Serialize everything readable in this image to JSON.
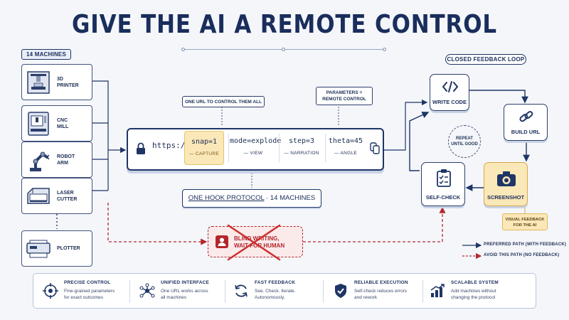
{
  "title": "GIVE THE AI A REMOTE CONTROL",
  "machines": {
    "header": "14 MACHINES",
    "items": [
      {
        "label": "3D\nPRINTER",
        "icon": "3d-printer-icon"
      },
      {
        "label": "CNC\nMILL",
        "icon": "cnc-mill-icon"
      },
      {
        "label": "ROBOT\nARM",
        "icon": "robot-arm-icon"
      },
      {
        "label": "LASER\nCUTTER",
        "icon": "laser-cutter-icon"
      },
      {
        "label": "PLOTTER",
        "icon": "plotter-icon"
      }
    ]
  },
  "url": {
    "callout_left": "ONE URL TO CONTROL THEM ALL",
    "callout_right": "PARAMETERS =\nREMOTE CONTROL",
    "scheme": "https://",
    "segments": [
      {
        "code": "snap=1",
        "caption": "— CAPTURE",
        "highlight": true
      },
      {
        "code": "mode=explode",
        "caption": "— VIEW",
        "highlight": false
      },
      {
        "code": "step=3",
        "caption": "— NARRATION",
        "highlight": false
      },
      {
        "code": "theta=45",
        "caption": "— ANGLE",
        "highlight": false
      }
    ],
    "lock_icon": "lock-icon",
    "copy_icon": "copy-icon"
  },
  "protocol": {
    "main": "ONE HOOK PROTOCOL",
    "suffix": " · 14 MACHINES"
  },
  "blind": {
    "text": "BLIND WRITING,\nWAIT FOR HUMAN",
    "icon": "person-icon"
  },
  "loop": {
    "header": "CLOSED FEEDBACK LOOP",
    "steps": {
      "write": "WRITE CODE",
      "build": "BUILD URL",
      "screenshot": "SCREENSHOT",
      "selfcheck": "SELF-CHECK"
    },
    "repeat": "REPEAT\nUNTIL GOOD",
    "visual_feedback": "VISUAL FEEDBACK\nFOR THE AI"
  },
  "legend": {
    "preferred": "PREFERRED PATH (WITH FEEDBACK)",
    "avoid": "AVOID THIS PATH (NO FEEDBACK)"
  },
  "features": [
    {
      "title": "PRECISE CONTROL",
      "desc": "Fine-grained parameters\nfor exact outcomes",
      "icon": "target-icon"
    },
    {
      "title": "UNIFIED INTERFACE",
      "desc": "One URL works across\nall machines",
      "icon": "network-icon"
    },
    {
      "title": "FAST FEEDBACK",
      "desc": "See. Check. Iterate.\nAutonomously.",
      "icon": "refresh-icon"
    },
    {
      "title": "RELIABLE EXECUTION",
      "desc": "Self-check reduces errors\nand rework",
      "icon": "shield-check-icon"
    },
    {
      "title": "SCALABLE SYSTEM",
      "desc": "Add machines without\nchanging the protocol",
      "icon": "chart-up-icon"
    }
  ],
  "colors": {
    "navy": "#1e3566",
    "gold": "#fbe8b8",
    "red": "#b3262c",
    "bg": "#f4f6fa"
  }
}
